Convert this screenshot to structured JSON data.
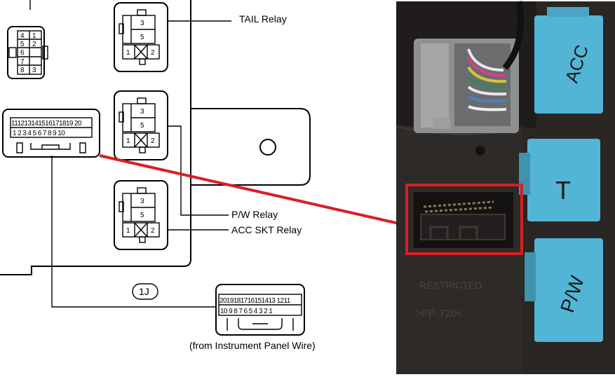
{
  "labels": {
    "tail_relay": "TAIL Relay",
    "pw_relay": "P/W Relay",
    "acc_skt_relay": "ACC SKT Relay",
    "connector_id": "1J",
    "from_wire": "(from Instrument Panel Wire)"
  },
  "relay_pins": {
    "p3": "3",
    "p5": "5",
    "p1": "1",
    "p2": "2"
  },
  "small_connector_pins": [
    [
      "4",
      "1"
    ],
    [
      "5",
      "2"
    ],
    [
      "6",
      ""
    ],
    [
      "7",
      ""
    ],
    [
      "8",
      "3"
    ]
  ],
  "connector_20pin": {
    "top_row": "111213141516171819 20",
    "bottom_row": "1 2 3 4 5 6 7 8 9 10"
  },
  "connector_1j": {
    "top_row": "2019181716151413 1211",
    "bottom_row": "10 9 8 7 6 5 4 3 2 1"
  },
  "photo_markings": {
    "acc": "ACC",
    "t": "T",
    "pw": "P/W",
    "stamp_1": "RESTRICTED",
    "stamp_2": ">PP-T20<"
  },
  "colors": {
    "photo_background": "#2a2624",
    "relay_blue": "#52b5d6",
    "highlight_red": "#d91e26"
  }
}
